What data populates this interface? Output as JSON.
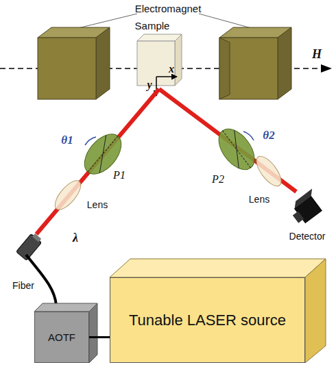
{
  "diagram": {
    "nodes": [
      {
        "text": [
          "AOTF"
        ]
      },
      {
        "text": [
          "Tunable LASER source"
        ]
      }
    ],
    "edges": [
      {
        "from": 0,
        "to": 1,
        "arrow": "none"
      }
    ],
    "labels": [
      "Electromagnet",
      "Sample",
      "x",
      "y",
      "H",
      "θ1",
      "P1",
      "θ2",
      "P2",
      "Lens",
      "Lens",
      "λ",
      "Fiber",
      "Detector"
    ]
  }
}
